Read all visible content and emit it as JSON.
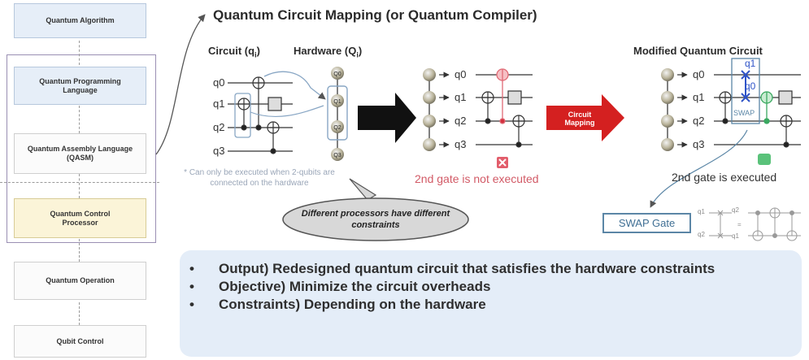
{
  "stack": {
    "items": [
      {
        "label": "Quantum Algorithm"
      },
      {
        "label": "Quantum Programming Language"
      },
      {
        "label": "Quantum Assembly Language (QASM)"
      },
      {
        "label": "Quantum Control Processor"
      },
      {
        "label": "Quantum Operation"
      },
      {
        "label": "Qubit Control"
      }
    ]
  },
  "main_title": "Quantum Circuit Mapping (or Quantum Compiler)",
  "circuit_label": "Circuit (q",
  "circuit_sub": "i",
  "hardware_label": "Hardware (Q",
  "hardware_sub": "i",
  "modified_label": "Modified Quantum Circuit",
  "qubits": [
    "q0",
    "q1",
    "q2",
    "q3"
  ],
  "hw_nodes": [
    "Q0",
    "Q1",
    "Q2",
    "Q3"
  ],
  "note": "* Can only be executed when 2-qubits are connected on the hardware",
  "mapping_button": "Circuit Mapping",
  "not_executed": "2nd gate is not executed",
  "executed": "2nd gate is executed",
  "swap_small": "SWAP",
  "swap_gate": "SWAP Gate",
  "swap_q1": "q1",
  "swap_q2": "q2",
  "bubble": "Different processors have different constraints",
  "bullets": [
    "Output) Redesigned quantum circuit that satisfies the hardware constraints",
    "Objective) Minimize the circuit overheads",
    "Constraints) Depending on the hardware"
  ],
  "colors": {
    "mapping_red": "#d42020",
    "blue_box": "#e6eef8",
    "yellow_box": "#fbf4d8",
    "error_red": "#d25a66",
    "ok_green": "#3aa860",
    "swap_blue": "#2f54c8"
  }
}
